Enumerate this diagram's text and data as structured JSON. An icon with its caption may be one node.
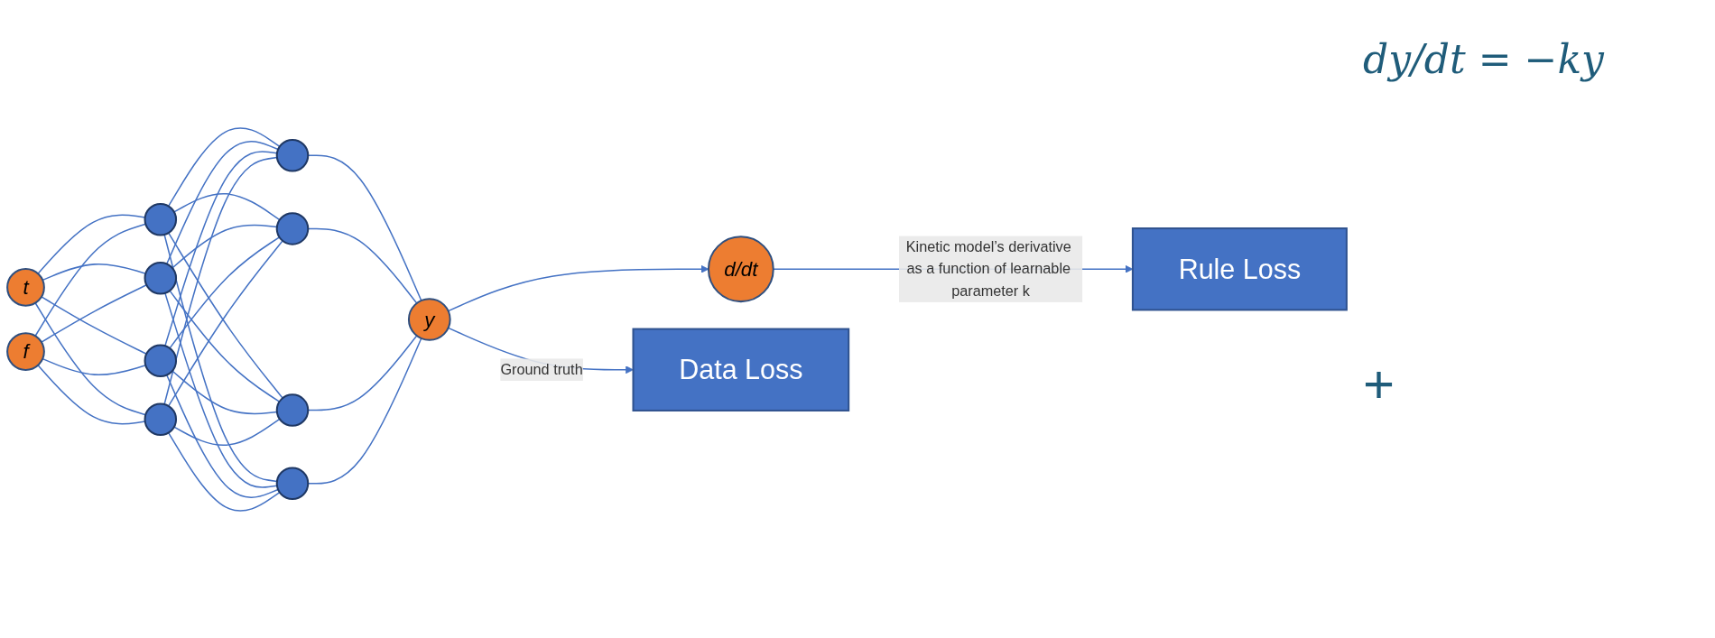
{
  "diagram": {
    "nodes": [
      {
        "text": [
          "t"
        ]
      },
      {
        "text": [
          "f"
        ]
      },
      {
        "text": [],
        "shape": "circle"
      },
      {
        "text": [],
        "shape": "circle"
      },
      {
        "text": [],
        "shape": "circle"
      },
      {
        "text": [],
        "shape": "circle"
      },
      {
        "text": [],
        "shape": "circle"
      },
      {
        "text": [],
        "shape": "circle"
      },
      {
        "text": [],
        "shape": "circle"
      },
      {
        "text": [],
        "shape": "circle"
      },
      {
        "text": [
          "y"
        ]
      },
      {
        "text": [
          "d/dt"
        ]
      },
      {
        "text": [
          "Data Loss"
        ]
      },
      {
        "text": [
          "Rule Loss"
        ]
      }
    ],
    "edges": [
      {
        "from": 0,
        "to": 2,
        "arrow": "none"
      },
      {
        "from": 0,
        "to": 3,
        "arrow": "none"
      },
      {
        "from": 0,
        "to": 4,
        "arrow": "none"
      },
      {
        "from": 0,
        "to": 5,
        "arrow": "none"
      },
      {
        "from": 1,
        "to": 2,
        "arrow": "none"
      },
      {
        "from": 1,
        "to": 3,
        "arrow": "none"
      },
      {
        "from": 1,
        "to": 4,
        "arrow": "none"
      },
      {
        "from": 1,
        "to": 5,
        "arrow": "none"
      },
      {
        "from": 2,
        "to": 6,
        "arrow": "none"
      },
      {
        "from": 2,
        "to": 7,
        "arrow": "none"
      },
      {
        "from": 2,
        "to": 8,
        "arrow": "none"
      },
      {
        "from": 2,
        "to": 9,
        "arrow": "none"
      },
      {
        "from": 3,
        "to": 6,
        "arrow": "none"
      },
      {
        "from": 3,
        "to": 7,
        "arrow": "none"
      },
      {
        "from": 3,
        "to": 8,
        "arrow": "none"
      },
      {
        "from": 3,
        "to": 9,
        "arrow": "none"
      },
      {
        "from": 4,
        "to": 6,
        "arrow": "none"
      },
      {
        "from": 4,
        "to": 7,
        "arrow": "none"
      },
      {
        "from": 4,
        "to": 8,
        "arrow": "none"
      },
      {
        "from": 4,
        "to": 9,
        "arrow": "none"
      },
      {
        "from": 5,
        "to": 6,
        "arrow": "none"
      },
      {
        "from": 5,
        "to": 7,
        "arrow": "none"
      },
      {
        "from": 5,
        "to": 8,
        "arrow": "none"
      },
      {
        "from": 5,
        "to": 9,
        "arrow": "none"
      },
      {
        "from": 6,
        "to": 10,
        "arrow": "none"
      },
      {
        "from": 7,
        "to": 10,
        "arrow": "none"
      },
      {
        "from": 8,
        "to": 10,
        "arrow": "none"
      },
      {
        "from": 9,
        "to": 10,
        "arrow": "none"
      },
      {
        "from": 10,
        "to": 11,
        "arrow": "to"
      },
      {
        "from": 10,
        "to": 12,
        "arrow": "to",
        "label": "Ground truth"
      },
      {
        "from": 11,
        "to": 13,
        "arrow": "to",
        "label": "Kinetic model’s derivative as a function of learnable parameter k"
      }
    ],
    "labels": [
      "dy/dt = −ky",
      "+"
    ]
  }
}
